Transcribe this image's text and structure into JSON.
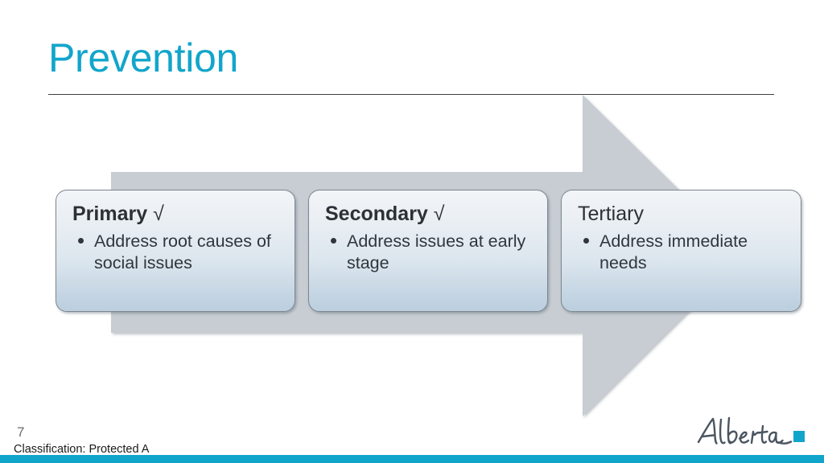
{
  "slide": {
    "title": "Prevention",
    "title_color": "#12a5cb",
    "accent_color": "#12a5cb",
    "arrow_color": "#c7cdd2",
    "background_color": "#ffffff"
  },
  "phases": [
    {
      "heading": "Primary",
      "check": "√",
      "has_check": true,
      "bold": true,
      "bullets": [
        "Address root causes of social issues"
      ]
    },
    {
      "heading": "Secondary",
      "check": "√",
      "has_check": true,
      "bold": true,
      "bullets": [
        "Address issues at early stage"
      ]
    },
    {
      "heading": "Tertiary",
      "check": "",
      "has_check": false,
      "bold": false,
      "bullets": [
        "Address immediate needs"
      ]
    }
  ],
  "footer": {
    "page_number": "7",
    "classification": "Classification: Protected A",
    "logo_text": "Alberta",
    "logo_square_color": "#12a5cb",
    "logo_script_color": "#4a5560"
  }
}
